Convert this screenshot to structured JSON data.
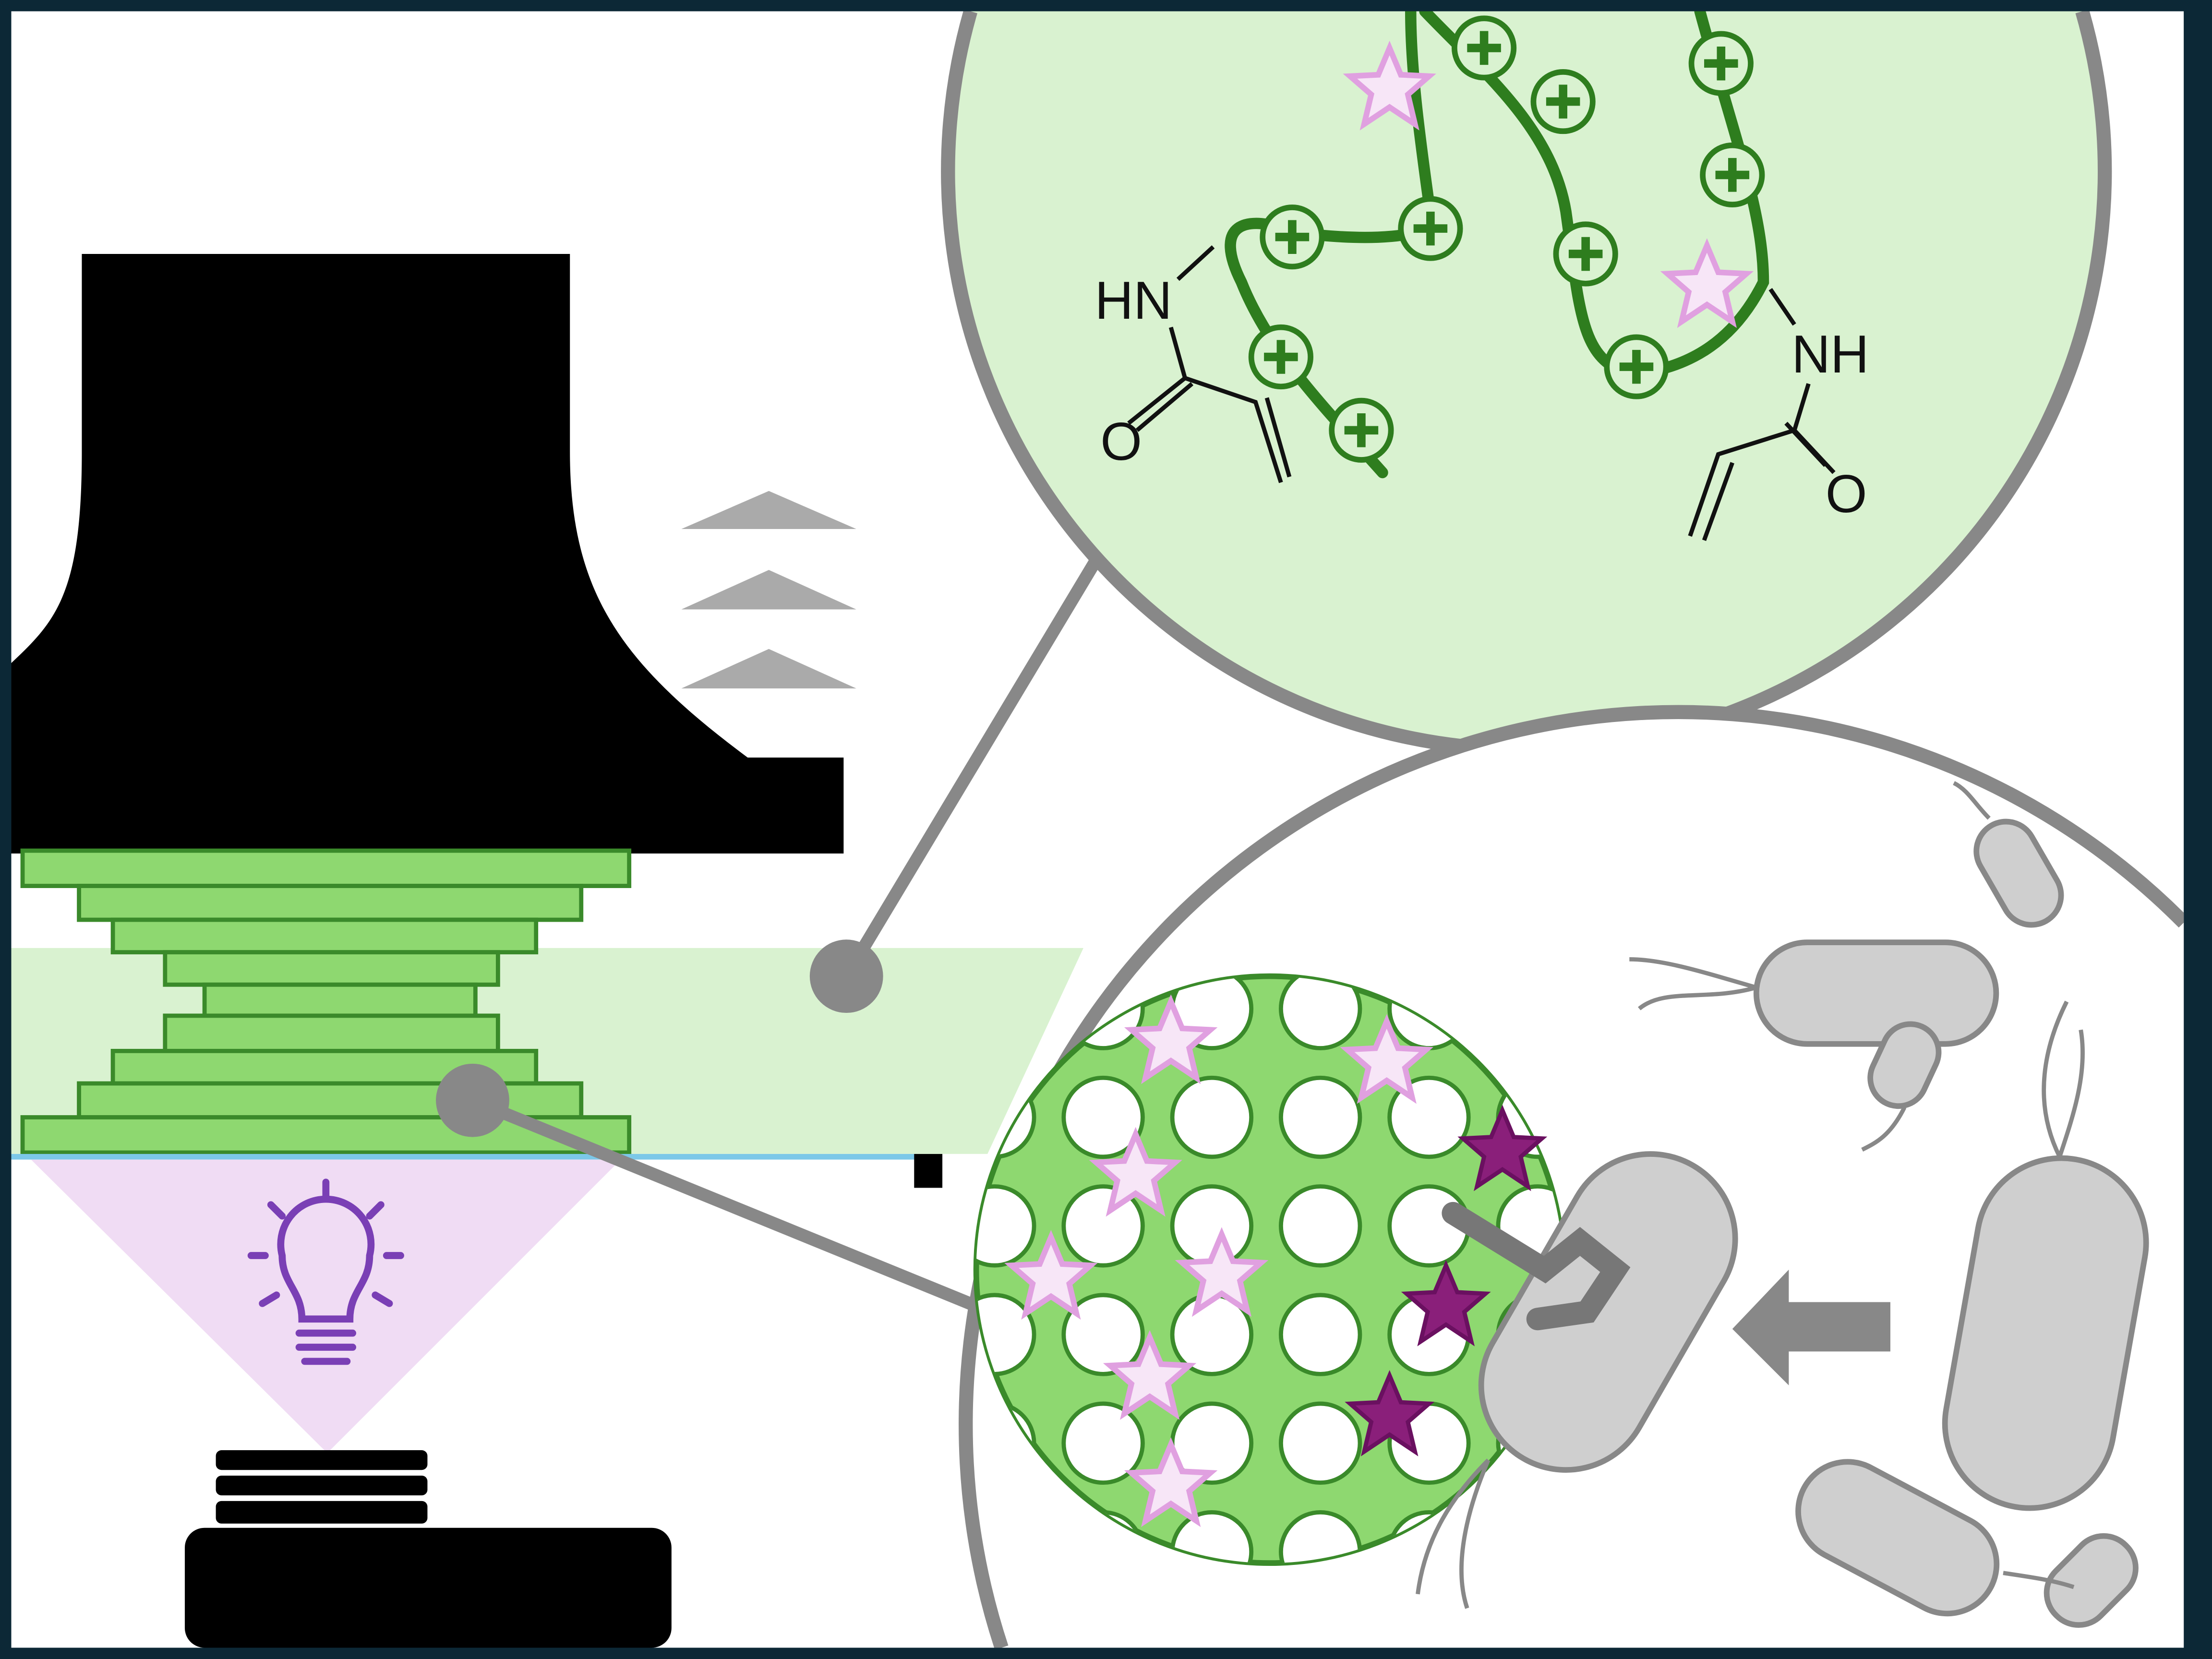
{
  "chemistry": {
    "left_amine": "HN",
    "left_carbonyl": "O",
    "right_amine": "NH",
    "right_carbonyl": "O"
  },
  "icons": [
    "printer-head-icon",
    "light-bulb-icon",
    "up-arrow-icon",
    "left-arrow-icon",
    "positive-charge-icon",
    "star-icon",
    "bacterium-icon"
  ],
  "colors": {
    "frame": "#0c2836",
    "green_fill": "#8ed870",
    "green_stroke": "#3a8a2a",
    "light_green": "#d9f2d0",
    "chain_green": "#2e7d1e",
    "purple_light": "#f0dcf4",
    "purple": "#7a3fb5",
    "dark_star": "#8a1f7a",
    "pink_star": "#f7e6f7",
    "grey": "#8a8a8a",
    "bacteria": "#cfcfcf"
  }
}
